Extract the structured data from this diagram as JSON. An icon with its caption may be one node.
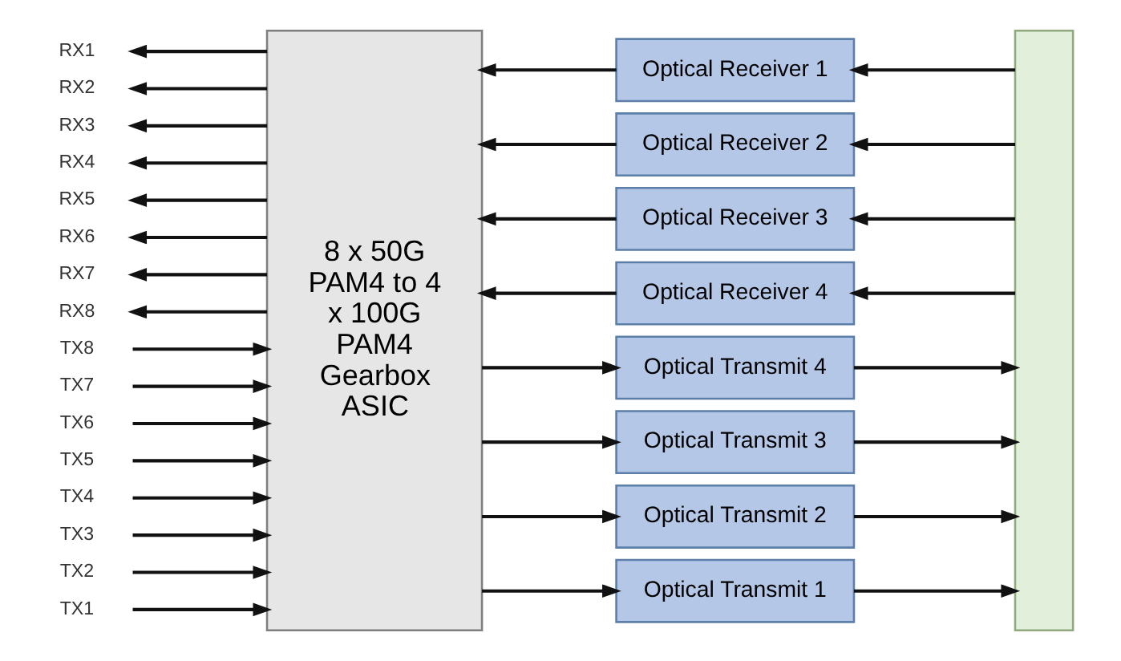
{
  "diagram": {
    "nodes": [
      {
        "text": [
          "RX1"
        ]
      },
      {
        "text": [
          "RX2"
        ]
      },
      {
        "text": [
          "RX3"
        ]
      },
      {
        "text": [
          "RX4"
        ]
      },
      {
        "text": [
          "RX5"
        ]
      },
      {
        "text": [
          "RX6"
        ]
      },
      {
        "text": [
          "RX7"
        ]
      },
      {
        "text": [
          "RX8"
        ]
      },
      {
        "text": [
          "TX8"
        ]
      },
      {
        "text": [
          "TX7"
        ]
      },
      {
        "text": [
          "TX6"
        ]
      },
      {
        "text": [
          "TX5"
        ]
      },
      {
        "text": [
          "TX4"
        ]
      },
      {
        "text": [
          "TX3"
        ]
      },
      {
        "text": [
          "TX2"
        ]
      },
      {
        "text": [
          "TX1"
        ]
      },
      {
        "text": [
          "8 x 50G PAM4 to 4 x 100G PAM4 Gearbox ASIC"
        ]
      },
      {
        "text": [
          "Optical Receiver 1"
        ]
      },
      {
        "text": [
          "Optical Receiver 2"
        ]
      },
      {
        "text": [
          "Optical Receiver 3"
        ]
      },
      {
        "text": [
          "Optical Receiver 4"
        ]
      },
      {
        "text": [
          "Optical Transmit 4"
        ]
      },
      {
        "text": [
          "Optical Transmit 3"
        ]
      },
      {
        "text": [
          "Optical Transmit 2"
        ]
      },
      {
        "text": [
          "Optical Transmit 1"
        ]
      },
      {
        "text": [],
        "shape": "box"
      }
    ],
    "edges": [
      {
        "from": 16,
        "to": 0,
        "arrow": "to"
      },
      {
        "from": 16,
        "to": 1,
        "arrow": "to"
      },
      {
        "from": 16,
        "to": 2,
        "arrow": "to"
      },
      {
        "from": 16,
        "to": 3,
        "arrow": "to"
      },
      {
        "from": 16,
        "to": 4,
        "arrow": "to"
      },
      {
        "from": 16,
        "to": 5,
        "arrow": "to"
      },
      {
        "from": 16,
        "to": 6,
        "arrow": "to"
      },
      {
        "from": 16,
        "to": 7,
        "arrow": "to"
      },
      {
        "from": 8,
        "to": 16,
        "arrow": "to"
      },
      {
        "from": 9,
        "to": 16,
        "arrow": "to"
      },
      {
        "from": 10,
        "to": 16,
        "arrow": "to"
      },
      {
        "from": 11,
        "to": 16,
        "arrow": "to"
      },
      {
        "from": 12,
        "to": 16,
        "arrow": "to"
      },
      {
        "from": 13,
        "to": 16,
        "arrow": "to"
      },
      {
        "from": 14,
        "to": 16,
        "arrow": "to"
      },
      {
        "from": 15,
        "to": 16,
        "arrow": "to"
      },
      {
        "from": 17,
        "to": 16,
        "arrow": "to"
      },
      {
        "from": 18,
        "to": 16,
        "arrow": "to"
      },
      {
        "from": 19,
        "to": 16,
        "arrow": "to"
      },
      {
        "from": 20,
        "to": 16,
        "arrow": "to"
      },
      {
        "from": 25,
        "to": 17,
        "arrow": "to"
      },
      {
        "from": 25,
        "to": 18,
        "arrow": "to"
      },
      {
        "from": 25,
        "to": 19,
        "arrow": "to"
      },
      {
        "from": 25,
        "to": 20,
        "arrow": "to"
      },
      {
        "from": 16,
        "to": 21,
        "arrow": "to"
      },
      {
        "from": 16,
        "to": 22,
        "arrow": "to"
      },
      {
        "from": 16,
        "to": 23,
        "arrow": "to"
      },
      {
        "from": 16,
        "to": 24,
        "arrow": "to"
      },
      {
        "from": 21,
        "to": 25,
        "arrow": "to"
      },
      {
        "from": 22,
        "to": 25,
        "arrow": "to"
      },
      {
        "from": 23,
        "to": 25,
        "arrow": "to"
      },
      {
        "from": 24,
        "to": 25,
        "arrow": "to"
      }
    ]
  }
}
